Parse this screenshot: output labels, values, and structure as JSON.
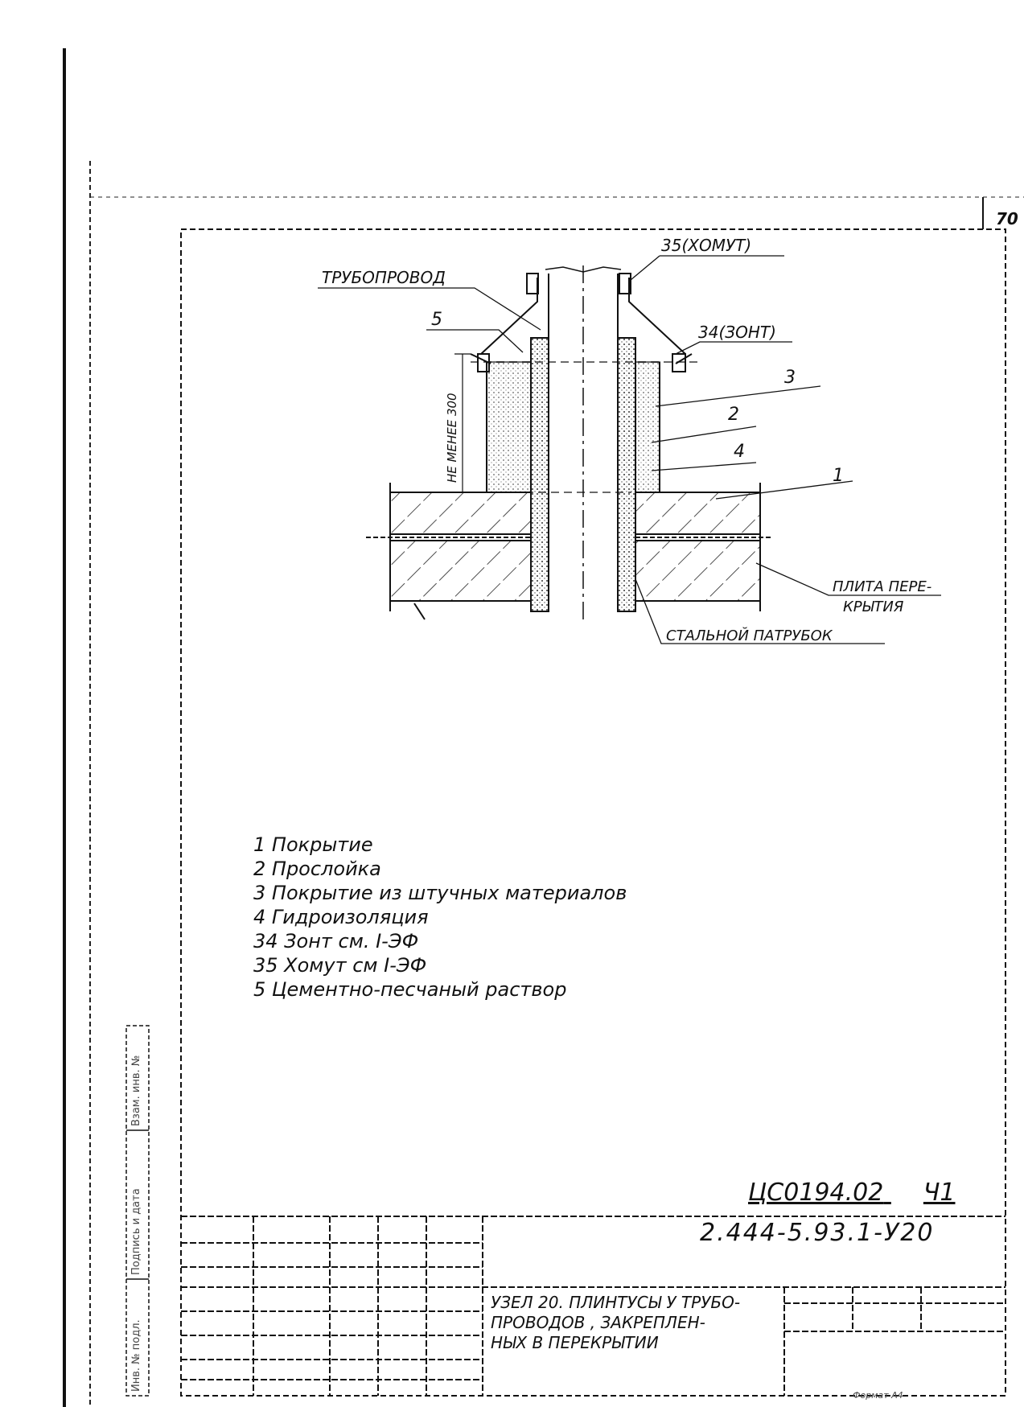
{
  "sheet": {
    "page_number": "70",
    "archive_number": "ЦС0194.02",
    "archive_suffix": "Ч1",
    "document_code": "2.444-5.93.1-У20",
    "title_lines": [
      "УЗЕЛ 20. ПЛИНТУСЫ У ТРУБО-",
      "ПРОВОДОВ , ЗАКРЕПЛЕН-",
      "НЫХ В ПЕРЕКРЫТИИ"
    ],
    "side_stamp": [
      "Инв. № подл.",
      "Подпись и дата",
      "Взам. инв. №"
    ],
    "format": "Формат А4"
  },
  "drawing": {
    "labels": {
      "pipe": "ТРУБОПРОВОД",
      "clamp": "35(ХОМУТ)",
      "umbrella": "34(ЗОНТ)",
      "slab": "ПЛИТА ПЕРЕ-",
      "slab2": "КРЫТИЯ",
      "sleeve": "СТАЛЬНОЙ ПАТРУБОК",
      "min_height": "НЕ МЕНЕЕ 300",
      "callout_1": "1",
      "callout_2": "2",
      "callout_3": "3",
      "callout_4": "4",
      "callout_5": "5"
    }
  },
  "legend": [
    "1 Покрытие",
    "2 Прослойка",
    "3 Покрытие из штучных материалов",
    "4 Гидроизоляция",
    "34 Зонт см. I-ЭФ",
    "35 Хомут см I-ЭФ",
    "5 Цементно-песчаный раствор"
  ]
}
